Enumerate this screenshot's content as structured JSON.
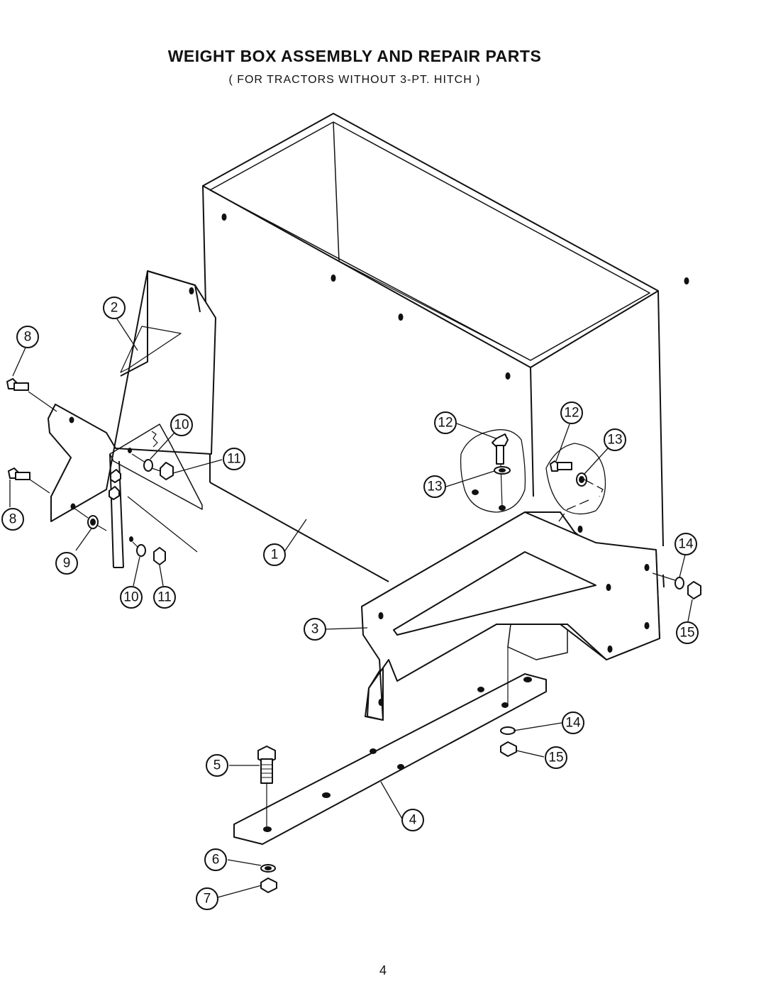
{
  "header": {
    "title": "WEIGHT BOX ASSEMBLY AND REPAIR PARTS",
    "subtitle": "( FOR TRACTORS WITHOUT 3-PT. HITCH )"
  },
  "callouts": [
    {
      "label": "1"
    },
    {
      "label": "2"
    },
    {
      "label": "3"
    },
    {
      "label": "4"
    },
    {
      "label": "5"
    },
    {
      "label": "6"
    },
    {
      "label": "7"
    },
    {
      "label": "8"
    },
    {
      "label": "8"
    },
    {
      "label": "9"
    },
    {
      "label": "10"
    },
    {
      "label": "10"
    },
    {
      "label": "11"
    },
    {
      "label": "11"
    },
    {
      "label": "12"
    },
    {
      "label": "12"
    },
    {
      "label": "13"
    },
    {
      "label": "13"
    },
    {
      "label": "14"
    },
    {
      "label": "14"
    },
    {
      "label": "15"
    },
    {
      "label": "15"
    }
  ],
  "footer": {
    "page_number": "4"
  }
}
